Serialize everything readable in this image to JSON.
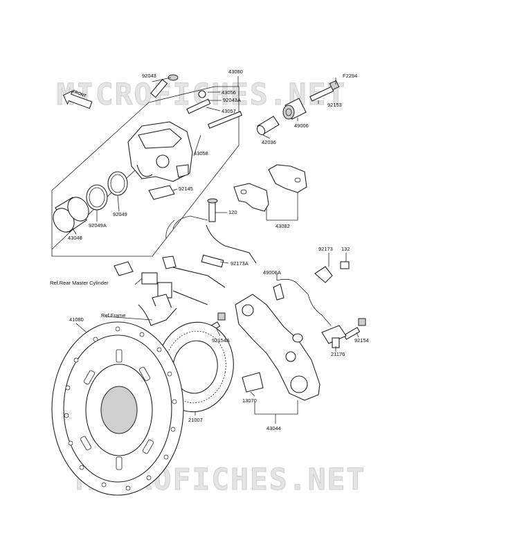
{
  "watermarks": [
    "MICROFICHES.NET",
    "MICROFICHES.NET"
  ],
  "front_badge": "FRONT",
  "parts": {
    "p92043": "92043",
    "p43080": "43080",
    "pF2294": "F2294",
    "p43056": "43056",
    "p92043A": "92043A",
    "p43057": "43057",
    "p92153": "92153",
    "p49006": "49006",
    "p42036": "42036",
    "p43058": "43058",
    "p92145": "92145",
    "p92049": "92049",
    "p92049A": "92049A",
    "p43048": "43048",
    "p120": "120",
    "p43082": "43082",
    "p92173": "92173",
    "p132": "132",
    "p92173A": "92173A",
    "p49006A": "49006A",
    "p41080": "41080",
    "p92154A": "92154A",
    "p92154": "92154",
    "p21176": "21176",
    "p21007": "21007",
    "p13070": "13070",
    "p43044": "43044"
  },
  "refs": {
    "rear_master": "Ref.Rear Master Cylinder",
    "frame": "Ref.Frame"
  }
}
